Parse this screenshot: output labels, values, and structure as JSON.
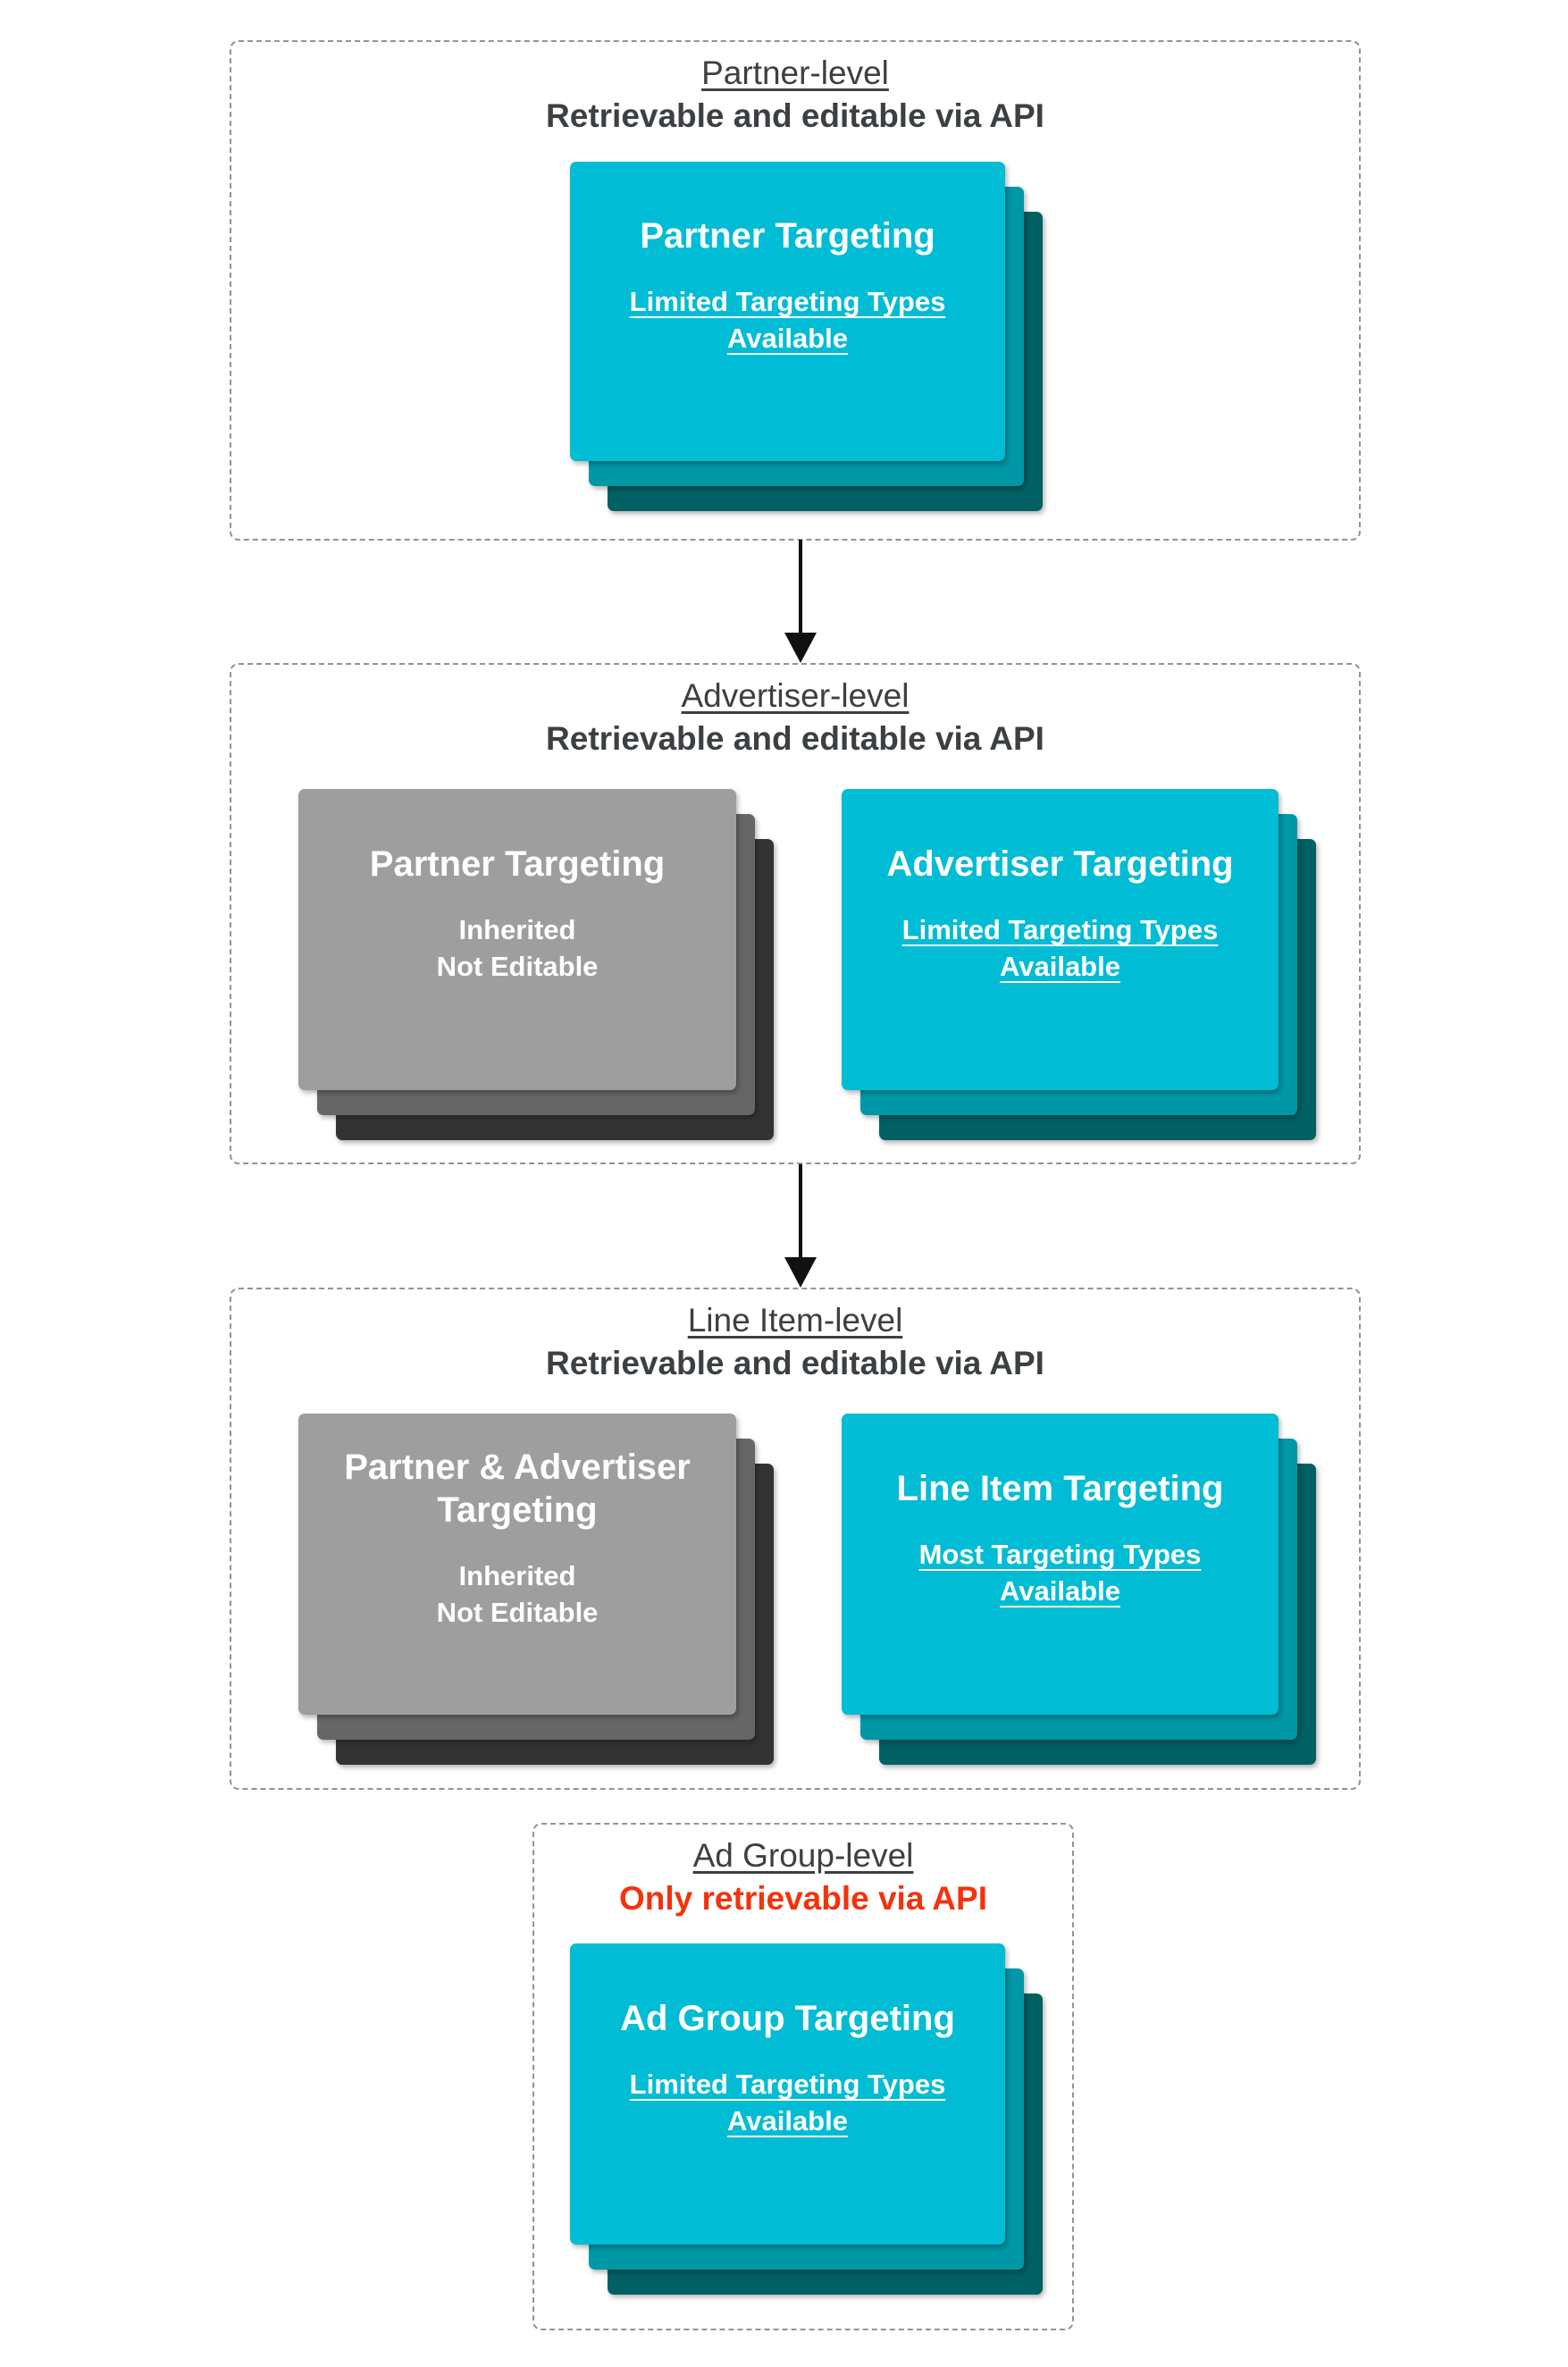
{
  "colors": {
    "box_border": "#939393",
    "header_text": "#3C4043",
    "red_text": "#F3320C",
    "card_text": "#FFFFFF",
    "teal_front": "#00BCD4",
    "teal_mid": "#0097A7",
    "teal_back": "#006064",
    "gray_front": "#9E9E9E",
    "gray_mid": "#666666",
    "gray_back": "#333333",
    "arrow": "#111111"
  },
  "sections": [
    {
      "title": "Partner-level",
      "subtitle": "Retrievable and editable via API",
      "cards": [
        {
          "variant": "teal",
          "heading": "Partner Targeting",
          "body": "Limited Targeting Types\nAvailable",
          "body_underlined": true
        }
      ]
    },
    {
      "title": "Advertiser-level",
      "subtitle": "Retrievable and editable via API",
      "cards": [
        {
          "variant": "gray",
          "heading": "Partner Targeting",
          "body": "Inherited\nNot Editable",
          "body_underlined": false
        },
        {
          "variant": "teal",
          "heading": "Advertiser Targeting",
          "body": "Limited Targeting Types\nAvailable",
          "body_underlined": true
        }
      ]
    },
    {
      "title": "Line Item-level",
      "subtitle": "Retrievable and editable via API",
      "cards": [
        {
          "variant": "gray",
          "heading": "Partner & Advertiser\nTargeting",
          "body": "Inherited\nNot Editable",
          "body_underlined": false
        },
        {
          "variant": "teal",
          "heading": "Line Item Targeting",
          "body": "Most Targeting Types\nAvailable",
          "body_underlined": true
        }
      ]
    },
    {
      "title": "Ad Group-level",
      "subtitle": "Only retrievable via API",
      "cards": [
        {
          "variant": "teal",
          "heading": "Ad Group Targeting",
          "body": "Limited Targeting Types\nAvailable",
          "body_underlined": true
        }
      ]
    }
  ],
  "arrows": [
    {
      "from": "Partner-level",
      "to": "Advertiser-level"
    },
    {
      "from": "Advertiser-level",
      "to": "Line Item-level"
    }
  ]
}
